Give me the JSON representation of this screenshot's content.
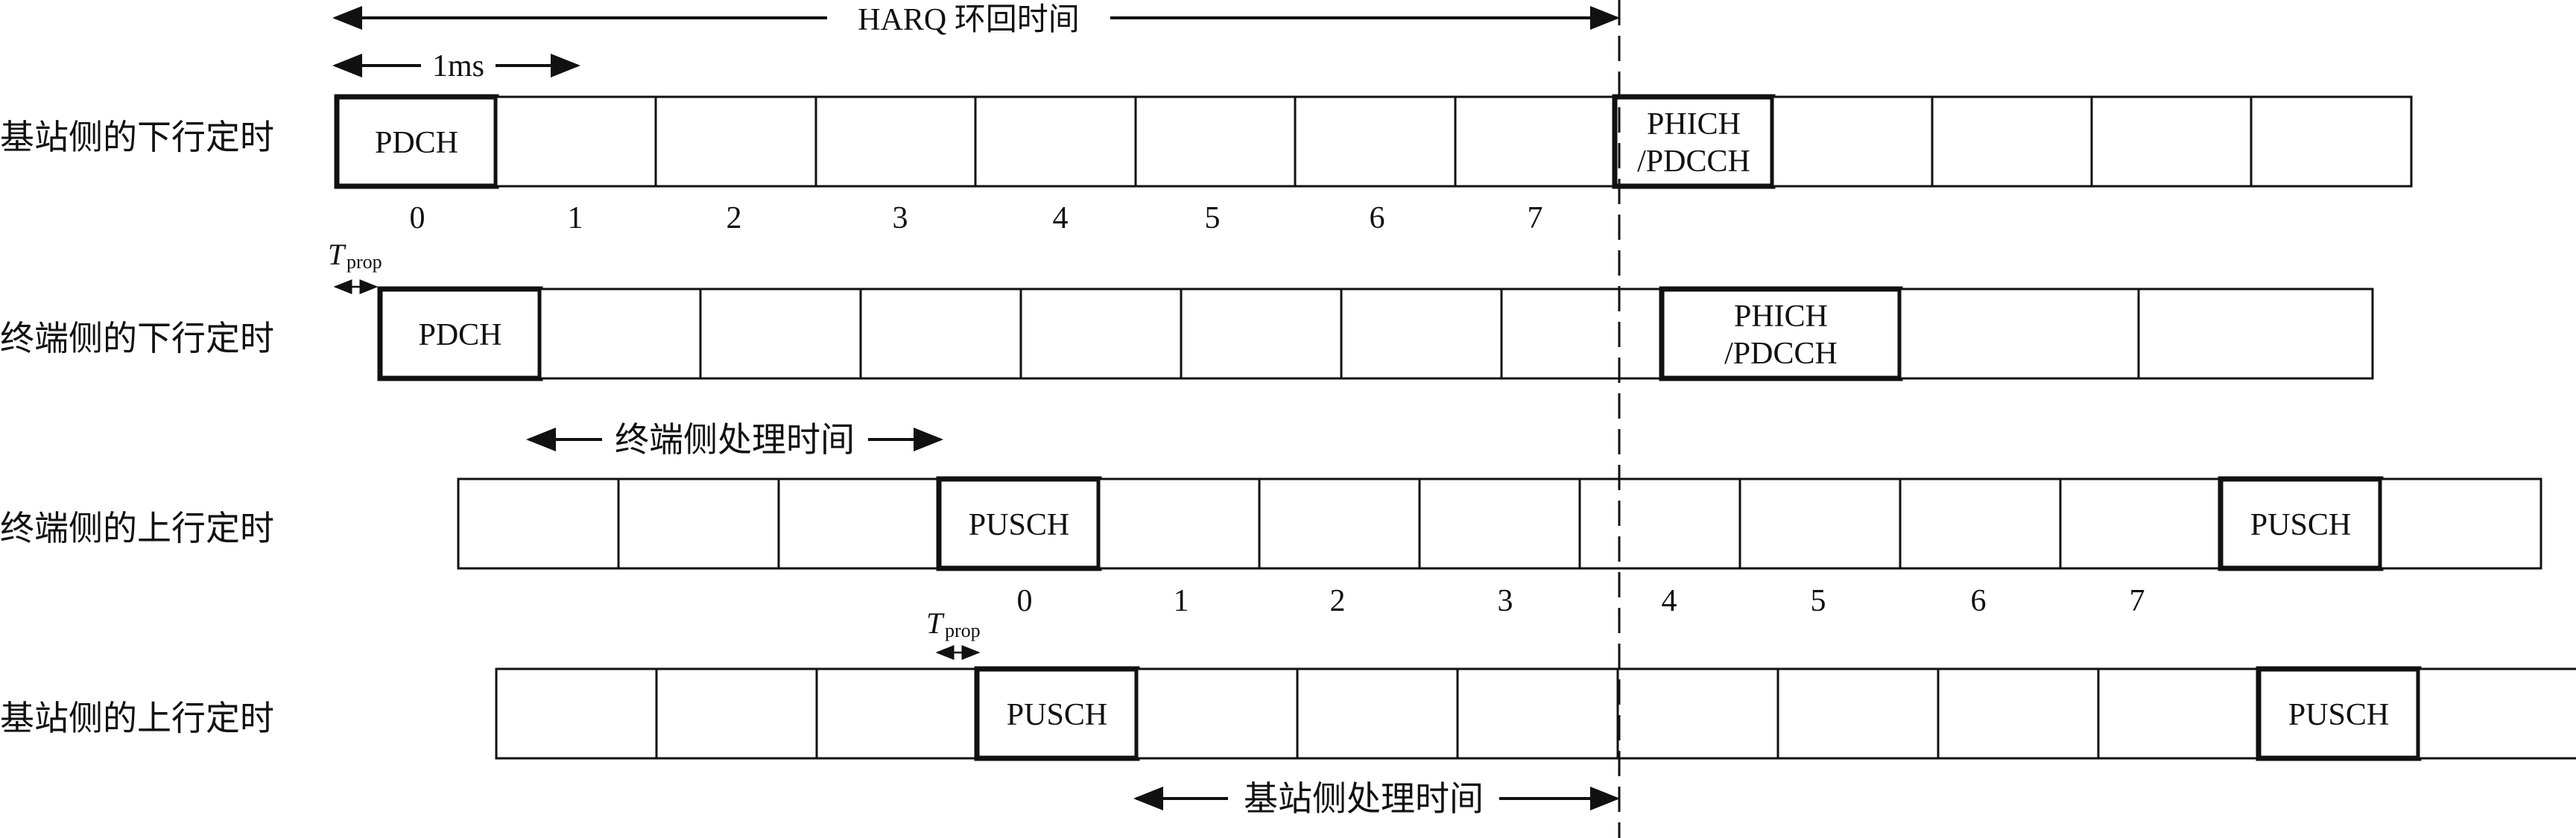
{
  "rows": [
    {
      "label": "基站侧的下行定时",
      "cells": [
        "PDCH",
        "",
        "",
        "",
        "",
        "",
        "",
        "",
        "PHICH\n/PDCCH",
        "",
        "",
        "",
        ""
      ],
      "numbers": [
        "0",
        "1",
        "2",
        "3",
        "4",
        "5",
        "6",
        "7"
      ]
    },
    {
      "label": "终端侧的下行定时",
      "cells": [
        "PDCH",
        "",
        "",
        "",
        "",
        "",
        "",
        "",
        "PHICH\n/PDCCH",
        "",
        ""
      ],
      "numbers": []
    },
    {
      "label": "终端侧的上行定时",
      "cells": [
        "",
        "",
        "",
        "PUSCH",
        "",
        "",
        "",
        "",
        "",
        "",
        "",
        "PUSCH",
        ""
      ],
      "numbers": [
        "0",
        "1",
        "2",
        "3",
        "4",
        "5",
        "6",
        "7"
      ]
    },
    {
      "label": "基站侧的上行定时",
      "cells": [
        "",
        "",
        "",
        "PUSCH",
        "",
        "",
        "",
        "",
        "",
        "",
        "",
        "PUSCH",
        ""
      ],
      "numbers": []
    }
  ],
  "bold_cells": [
    "PDCH",
    "PHICH\n/PDCCH",
    "PUSCH"
  ],
  "harq_label": "HARQ 环回时间",
  "one_ms_label": "1ms",
  "ue_processing_label": "终端侧处理时间",
  "enb_processing_label": "基站侧处理时间",
  "tprop_main": "T",
  "tprop_sub": "prop"
}
